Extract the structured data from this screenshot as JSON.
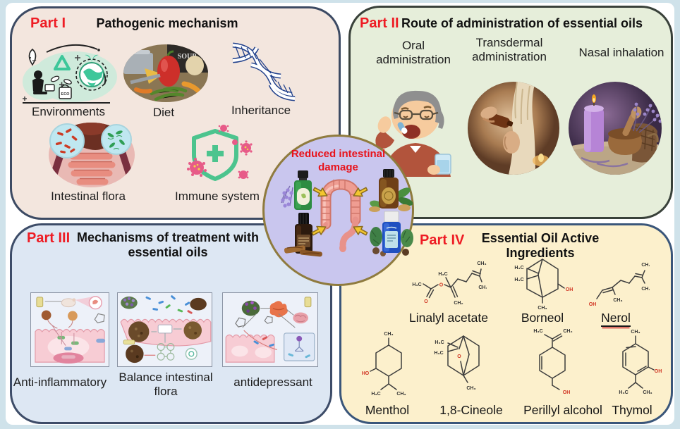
{
  "colors": {
    "accent_red": "#ee1c24",
    "panel1_bg": "#f3e6de",
    "panel2_bg": "#e6eeda",
    "panel3_bg": "#dde7f3",
    "panel4_bg": "#fcf0cc",
    "center_bg": "#c9c6ee",
    "center_border": "#8f7b3e",
    "shield_green": "#4cc48e",
    "virus_pink": "#e75b88",
    "dna_navy": "#21418c",
    "arrow_yellow": "#f3c62f"
  },
  "center": {
    "title_line1": "Reduced intestinal",
    "title_line2": "damage"
  },
  "part1": {
    "tag": "Part I",
    "title": "Pathogenic mechanism",
    "items": {
      "environments": "Environments",
      "diet": "Diet",
      "inheritance": "Inheritance",
      "flora": "Intestinal flora",
      "immune": "Immune system"
    },
    "soup_text": "SOUP",
    "eco_text": "ECO"
  },
  "part2": {
    "tag": "Part II",
    "title": "Route of administration of essential oils",
    "items": {
      "oral": "Oral administration",
      "transdermal": "Transdermal administration",
      "nasal": "Nasal inhalation"
    }
  },
  "part3": {
    "tag": "Part III",
    "title_line1": "Mechanisms of treatment with",
    "title_line2": "essential oils",
    "items": {
      "anti": "Anti-inflammatory",
      "balance": "Balance intestinal flora",
      "antidep": "antidepressant"
    }
  },
  "part4": {
    "tag": "Part IV",
    "title_line1": "Essential Oil Active",
    "title_line2": "Ingredients",
    "molecules": [
      {
        "name": "Linalyl acetate",
        "atoms": [
          "H₃C",
          "O",
          "O",
          "H₃C",
          "CH₂",
          "CH₃",
          "CH₃"
        ]
      },
      {
        "name": "Borneol",
        "atoms": [
          "H₃C",
          "H₃C",
          "OH",
          "CH₃"
        ]
      },
      {
        "name": "Nerol",
        "atoms": [
          "CH₃",
          "CH₃",
          "CH₃",
          "OH"
        ]
      },
      {
        "name": "Menthol",
        "atoms": [
          "CH₃",
          "HO",
          "H₃C",
          "CH₃"
        ]
      },
      {
        "name": "1,8-Cineole",
        "atoms": [
          "H₃C",
          "H₃C",
          "O",
          "CH₃"
        ]
      },
      {
        "name": "Perillyl alcohol",
        "atoms": [
          "H₃C",
          "CH₂",
          "OH"
        ]
      },
      {
        "name": "Thymol",
        "atoms": [
          "CH₃",
          "OH",
          "H₃C",
          "CH₃"
        ]
      }
    ]
  }
}
